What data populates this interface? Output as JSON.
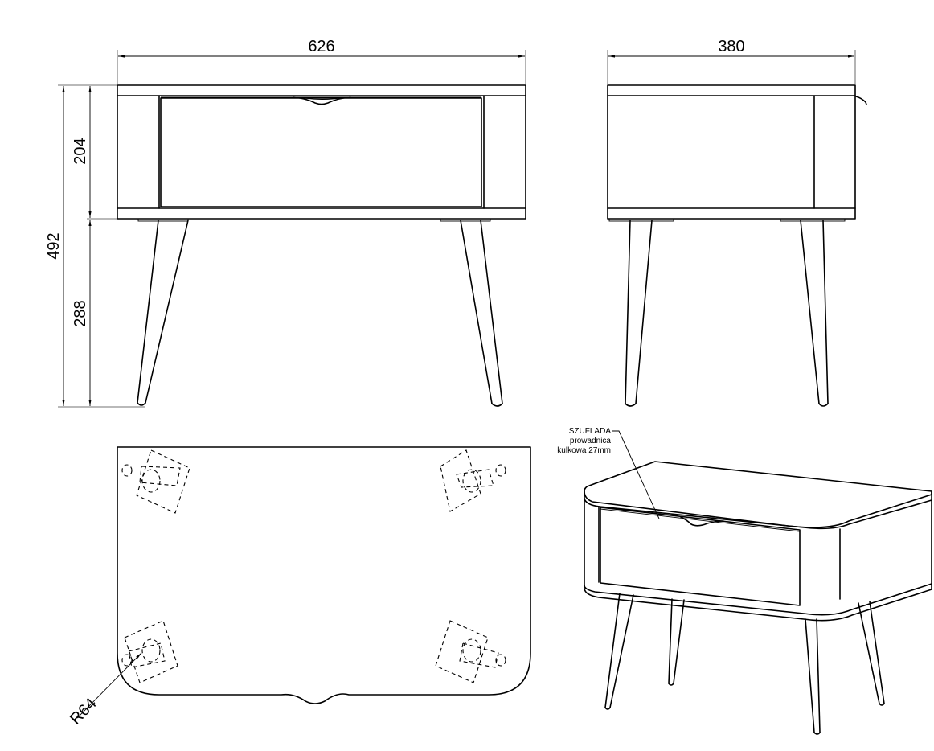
{
  "drawing": {
    "subject": "bedside table with drawer",
    "views": {
      "front": {
        "label": "front-view"
      },
      "side": {
        "label": "side-view"
      },
      "top": {
        "label": "top-view"
      },
      "iso": {
        "label": "isometric-view"
      }
    },
    "dimensions": {
      "width": "626",
      "depth": "380",
      "total_height": "492",
      "body_height": "204",
      "leg_height": "288",
      "corner_radius": "R64"
    },
    "annotation": {
      "line1": "SZUFLADA",
      "line2": "prowadnica",
      "line3": "kulkowa 27mm"
    },
    "colors": {
      "line": "#000000",
      "background": "#ffffff"
    }
  }
}
